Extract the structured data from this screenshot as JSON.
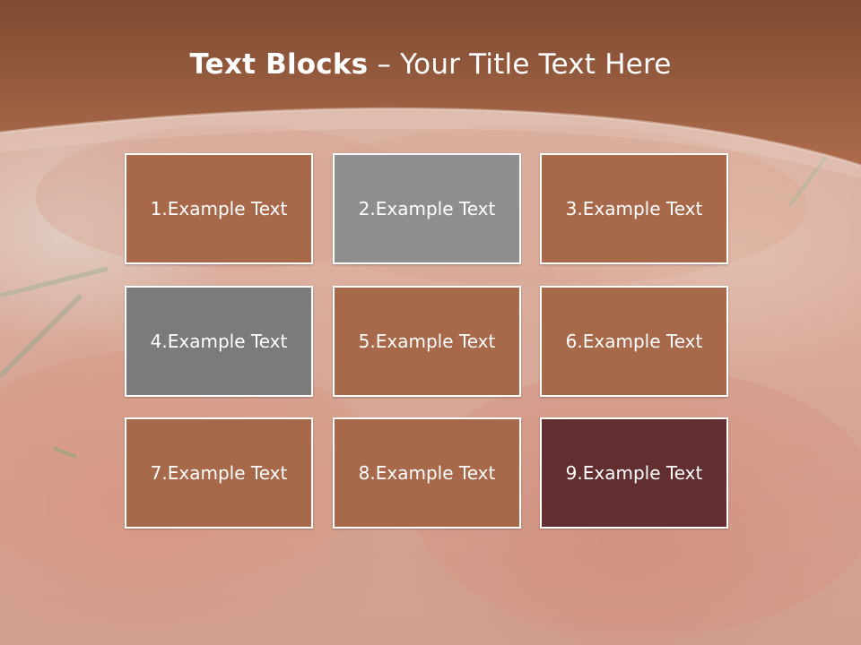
{
  "slide": {
    "title_bold": "Text Blocks",
    "title_dash": "–",
    "title_rest": "Your Title Text Here"
  },
  "blocks": [
    {
      "label": "1.Example Text",
      "color": "#a8684a"
    },
    {
      "label": "2.Example Text",
      "color": "#8e8e8e"
    },
    {
      "label": "3.Example Text",
      "color": "#a8684a"
    },
    {
      "label": "4.Example Text",
      "color": "#7b7b7b"
    },
    {
      "label": "5.Example Text",
      "color": "#a8684a"
    },
    {
      "label": "6.Example Text",
      "color": "#a8684a"
    },
    {
      "label": "7.Example Text",
      "color": "#a8684a"
    },
    {
      "label": "8.Example Text",
      "color": "#a8684a"
    },
    {
      "label": "9.Example Text",
      "color": "#632e30"
    }
  ],
  "colors": {
    "header": "#a2603f",
    "header_dark": "#7d4a30",
    "block_border": "#ffffff",
    "title_text": "#ffffff"
  }
}
